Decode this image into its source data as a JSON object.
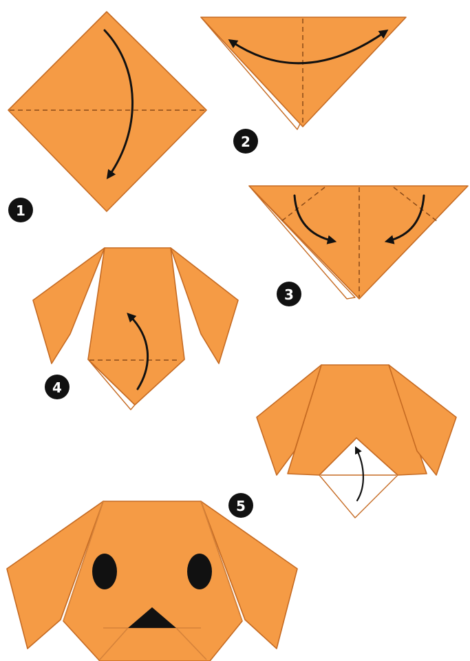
{
  "colors": {
    "paper": "#F59B45",
    "edge": "#C56A22",
    "crease": "#D5823A",
    "dashed": "#8A4A18",
    "ink": "#111111"
  },
  "steps": [
    {
      "number": "1"
    },
    {
      "number": "2"
    },
    {
      "number": "3"
    },
    {
      "number": "4"
    },
    {
      "number": "5"
    }
  ]
}
